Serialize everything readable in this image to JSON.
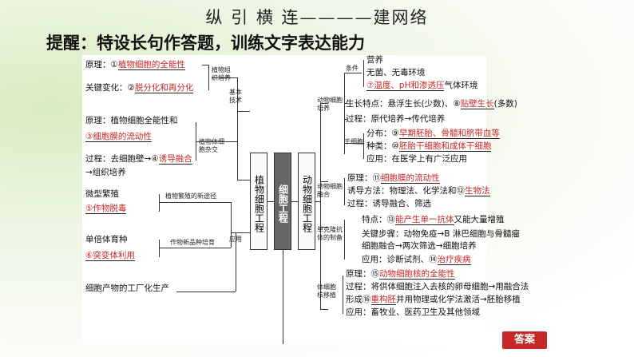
{
  "title": "纵 引 横 连————建网络",
  "hint": "提醒：特设长句作答题，训练文字表达能力",
  "left": {
    "yuanli1_label": "原理：①",
    "yuanli1_ans": "植物细胞的全能性",
    "bianhua_label": "关键变化：②",
    "bianhua_ans": "脱分化和再分化",
    "zuzhi_peiyang": "植物组织培养",
    "jiben_jishu": "基本技术",
    "yuanli2_label": "原理：植物细胞全能性和",
    "yuanli2_ans": "③细胞膜的流动性",
    "tizajiao": "植物体细胞杂交",
    "guocheng_label": "过程：去细胞壁→④",
    "guocheng_ans": "诱导融合",
    "guocheng_tail": "→组织培养",
    "weixing": "微型繁殖",
    "weixing_ans": "⑤作物脱毒",
    "xintujing": "植物繁殖的新途径",
    "danbei": "单倍体育种",
    "danbei_ans": "⑥突变体利用",
    "xinpinzhong": "作物新品种培育",
    "yingyong": "应用",
    "chanwu": "细胞产物的工厂化生产",
    "box_plant": "植物细胞工程",
    "box_center": "细胞工程",
    "box_animal": "动物细胞工程"
  },
  "right": {
    "tiaojian": "条件",
    "yingyang": "营养",
    "wujun": "无菌、无毒环境",
    "wendu_ans": "⑦温度、pH和渗透压",
    "wendu_tail": "气体环境",
    "dongwu_peiyang": "动物细胞培养",
    "shengchang_label": "生长特点：悬浮生长(少数)、⑧",
    "shengchang_ans": "贴壁生长",
    "shengchang_tail": "(多数)",
    "guocheng": "过程：原代培养→传代培养",
    "fenbu_label": "分布：⑨",
    "fenbu_ans": "早期胚胎、骨髓和脐带血等",
    "zhonglei_label": "种类：⑩",
    "zhonglei_ans": "胚胎干细胞和成体干细胞",
    "ganxibao": "干细胞",
    "ganxibao_yy": "应用：在医学上有广泛应用",
    "ronghe": "动物细胞融合",
    "ronghe_yl_label": "原理：⑪",
    "ronghe_yl_ans": "细胞膜的流动性",
    "youdao_label": "诱导方法：物理法、化学法和⑫",
    "youdao_ans": "生物法",
    "ronghe_gc": "过程：诱导融合、筛选",
    "dankelong": "单克隆抗体的制备",
    "tedian_label": "特点：⑬",
    "tedian_ans": "能产生单一抗体",
    "tedian_tail": "又能大量增殖",
    "buzhou1": "关键步骤：动物免疫→B 淋巴细胞与骨髓瘤",
    "buzhou2": "细胞融合→两次筛选→细胞培养",
    "dk_yy_label": "应用：诊断试剂、⑭",
    "dk_yy_ans": "治疗疾病",
    "hezhiyi": "体细胞核移植",
    "he_yl_label": "原理：⑮",
    "he_yl_ans": "动物细胞核的全能性",
    "he_gc": "过程：将供体细胞注入去核的卵母细胞→用融合法",
    "he_xc_label": "形成⑯",
    "he_xc_ans": "重构胚",
    "he_xc_tail": "并用物理或化学法激活→胚胎移植",
    "he_yy": "应用：畜牧业、医药卫生及其他领域"
  },
  "answer_button": "答案"
}
